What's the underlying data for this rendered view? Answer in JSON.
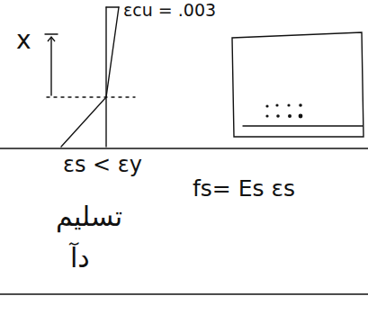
{
  "diagram": {
    "labels": [
      "εcu = .003",
      "x",
      "εs < εy",
      "fs= Es εs",
      "تسلیم",
      "دآ"
    ]
  }
}
